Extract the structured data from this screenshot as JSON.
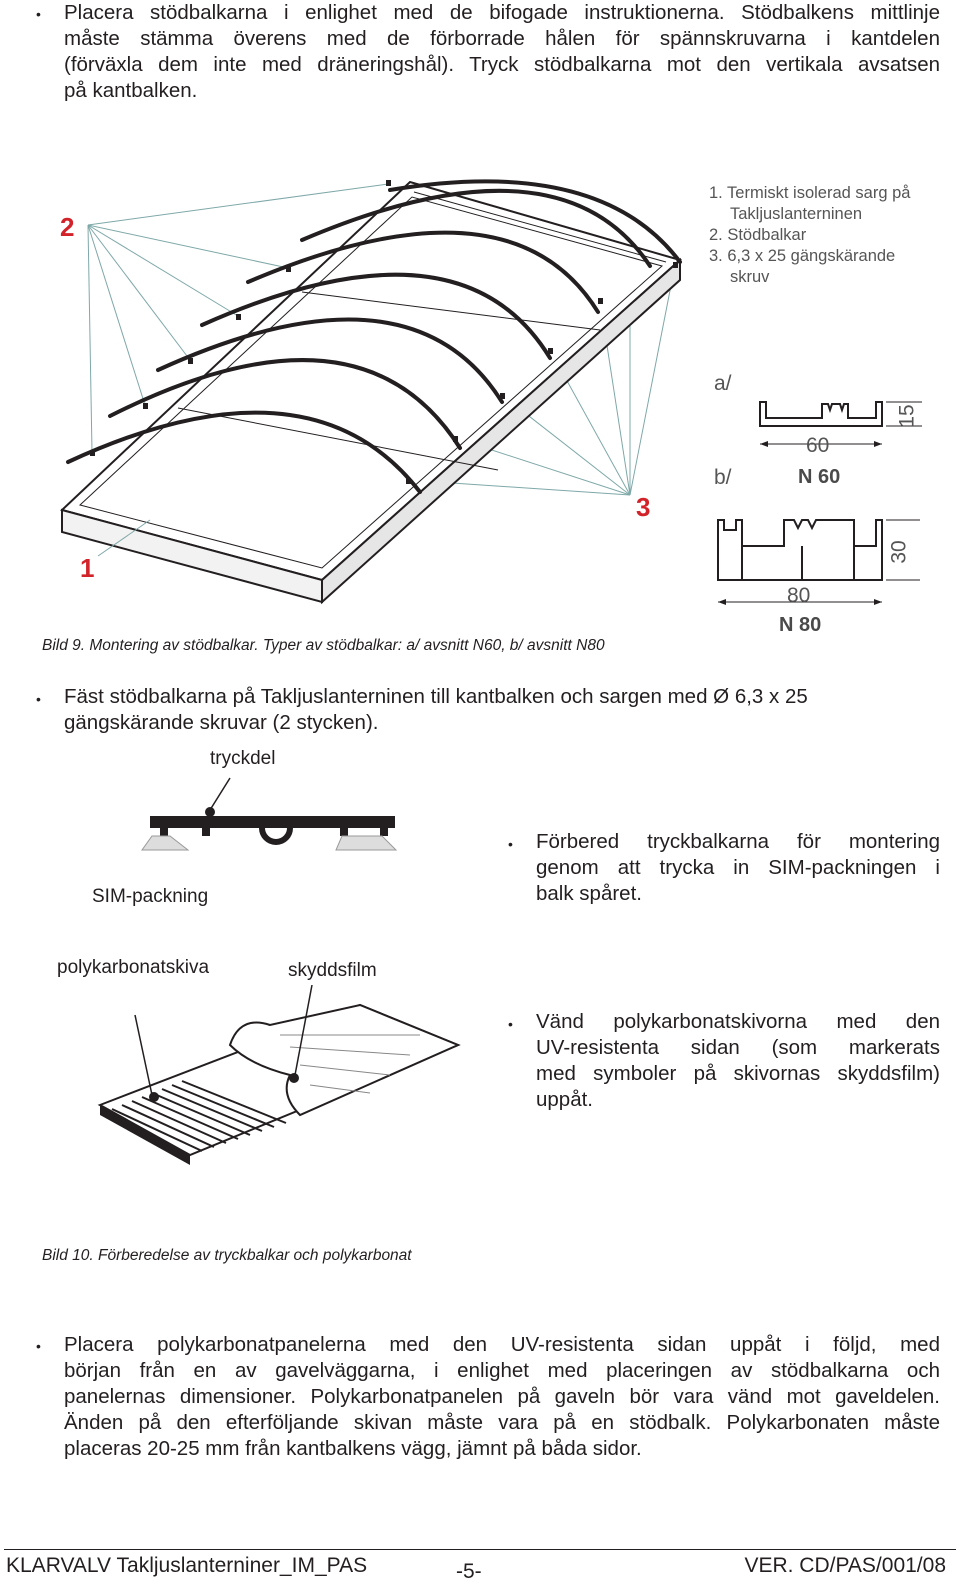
{
  "intro": {
    "bullet": "•",
    "lines": [
      "Placera stödbalkarna i enlighet med de bifogade instruktionerna. Stödbalkens mittlinje",
      "måste stämma överens med de förborrade hålen för spännskruvarna i kantdelen",
      "(förväxla dem inte med dräneringshål). Tryck stödbalkarna mot den vertikala avsatsen",
      "på kantbalken."
    ]
  },
  "figure9": {
    "callouts": [
      "1",
      "2",
      "3"
    ],
    "legend": [
      "1. Termiskt isolerad sarg på",
      "Takljuslanterninen",
      "2. Stödbalkar",
      "3. 6,3 x 25 gängskärande",
      "skruv"
    ],
    "profile_a": {
      "tag": "a/",
      "width": "60",
      "height": "15",
      "name": "N 60"
    },
    "profile_b": {
      "tag": "b/",
      "width": "80",
      "height": "30",
      "name": "N 80"
    },
    "caption": "Bild 9. Montering av stödbalkar. Typer av stödbalkar: a/ avsnitt N60, b/ avsnitt N80"
  },
  "step_fasten": {
    "bullet": "•",
    "lines": [
      "Fäst stödbalkarna på Takljuslanterninen till kantbalken och sargen med  Ø 6,3 x 25",
      "gängskärande skruvar (2 stycken)."
    ]
  },
  "figure10": {
    "pressure_label": "tryckdel",
    "sim_label": "SIM-packning",
    "poly_label": "polykarbonatskiva",
    "film_label": "skyddsfilm",
    "step_prepare": [
      "Förbered tryckbalkarna för montering",
      "genom att trycka in SIM-packningen i",
      "balk spåret."
    ],
    "step_turn": [
      "Vänd polykarbonatskivorna med den",
      "UV-resistenta sidan (som markerats",
      "med symboler på skivornas skyddsfilm)",
      "uppåt."
    ],
    "caption": "Bild 10. Förberedelse av tryckbalkar och polykarbonat"
  },
  "step_place": {
    "bullet": "•",
    "lines": [
      "Placera polykarbonatpanelerna med den UV-resistenta sidan uppåt i följd, med",
      "början från en av gavelväggarna, i enlighet med placeringen av stödbalkarna och",
      "panelernas dimensioner. Polykarbonatpanelen på gaveln bör vara vänd mot gaveldelen.",
      "Änden på den efterföljande skivan måste vara på en stödbalk. Polykarbonaten måste",
      "placeras 20-25 mm från kantbalkens vägg, jämnt på båda sidor."
    ]
  },
  "footer": {
    "left": "KLARVALV Takljuslanterniner_IM_PAS",
    "center": "-5-",
    "right": "VER. CD/PAS/001/08"
  },
  "colors": {
    "text": "#231f20",
    "callout": "#d2232a",
    "leader": "#7fa8a8"
  }
}
